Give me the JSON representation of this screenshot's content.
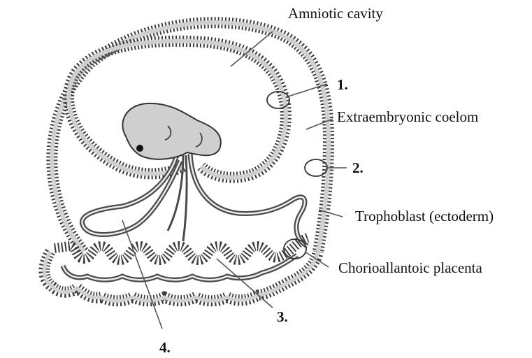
{
  "labels": {
    "amniotic_cavity": "Amniotic cavity",
    "extraembryonic_coelom": "Extraembryonic coelom",
    "trophoblast": "Trophoblast (ectoderm)",
    "chorioallantoic_placenta": "Chorioallantoic placenta",
    "marker_1": "1.",
    "marker_2": "2.",
    "marker_3": "3.",
    "marker_4": "4."
  },
  "colors": {
    "membrane_dark": "#4a4a4a",
    "membrane_light": "#c9c9c9",
    "embryo_fill": "#cfcfcf",
    "line": "#555555"
  }
}
